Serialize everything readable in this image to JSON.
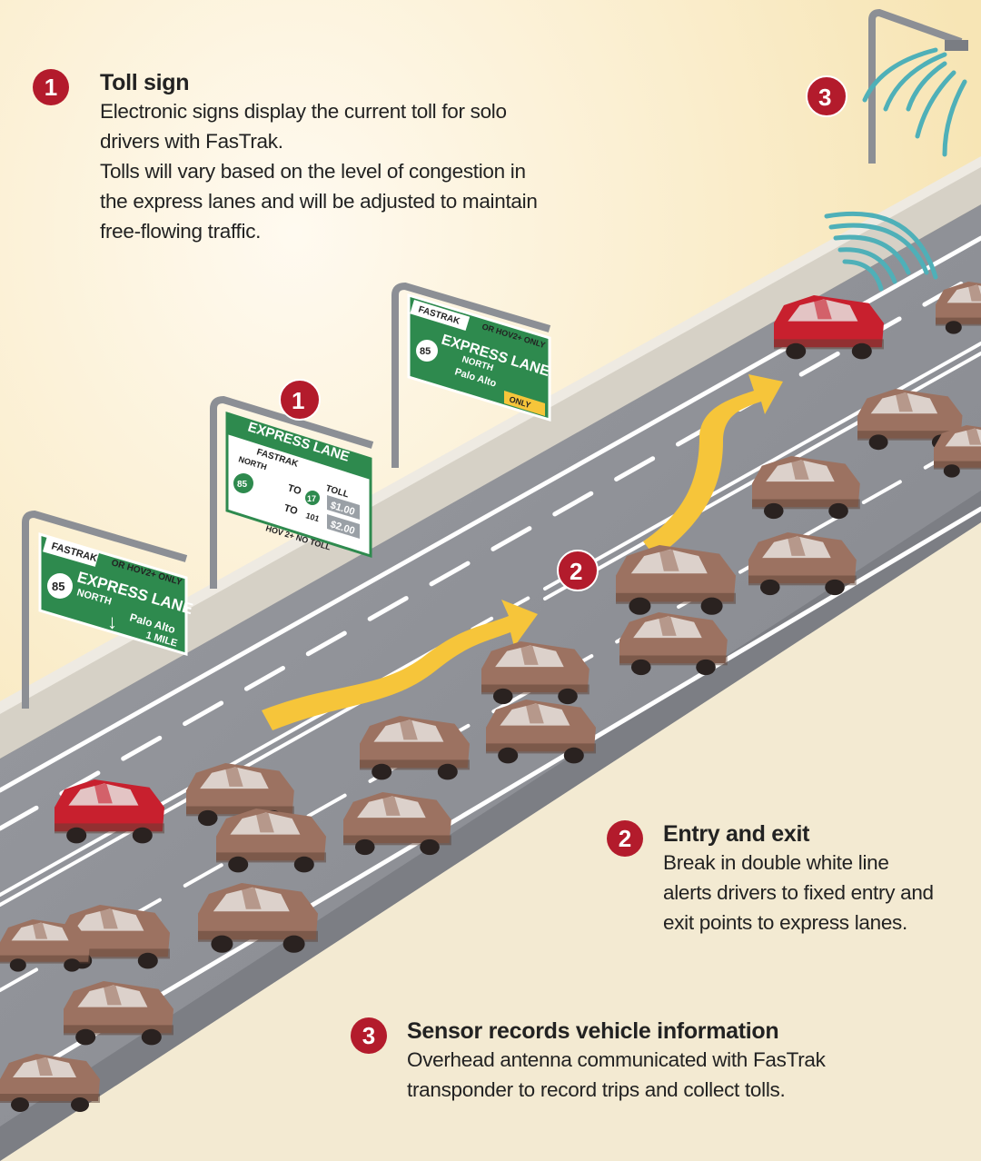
{
  "callouts": [
    {
      "number": "1",
      "title": "Toll sign",
      "lines": [
        "Electronic signs display the current toll for solo",
        "drivers with FasTrak.",
        "Tolls will vary based on the level of congestion in",
        "the express lanes and will be adjusted to maintain",
        "free-flowing traffic."
      ]
    },
    {
      "number": "2",
      "title": "Entry and exit",
      "lines": [
        "Break in double white line",
        "alerts drivers to fixed entry and",
        "exit points to express lanes."
      ]
    },
    {
      "number": "3",
      "title": "Sensor records vehicle information",
      "lines": [
        "Overhead antenna communicated with FasTrak",
        "transponder to record trips and collect tolls."
      ]
    }
  ],
  "scene_labels": {
    "toll_sign": "1",
    "entry_exit": "2",
    "sensor": "3"
  },
  "signs": {
    "left": {
      "brand": "FASTRAK",
      "note": "OR HOV2+ ONLY",
      "route": "85",
      "title": "EXPRESS LANE",
      "direction": "NORTH",
      "city": "Palo Alto",
      "distance": "1 MILE"
    },
    "middle": {
      "title": "EXPRESS LANE",
      "brand": "FASTRAK",
      "direction": "NORTH",
      "route": "85",
      "toll_header": "TOLL",
      "to_label": "TO",
      "dest1": "17",
      "dest2": "101",
      "price1": "$1.00",
      "price2": "$2.00",
      "footer": "HOV 2+ NO TOLL"
    },
    "right": {
      "brand": "FASTRAK",
      "note": "OR HOV2+ ONLY",
      "route": "85",
      "title": "EXPRESS LANE",
      "direction": "NORTH",
      "city": "Palo Alto",
      "only": "ONLY"
    }
  },
  "colors": {
    "background": "#fdf3d6",
    "badge": "#b31b2c",
    "road": "#8e9096",
    "sign_green": "#2e8a4e",
    "arrow_yellow": "#f6c53a",
    "car_brown": "#9c7261",
    "car_red": "#c8202e",
    "signal_teal": "#4fb0b8"
  },
  "icons": [
    "signal-waves-icon",
    "down-arrow-icon",
    "route-shield-icon",
    "curved-arrow-icon"
  ]
}
